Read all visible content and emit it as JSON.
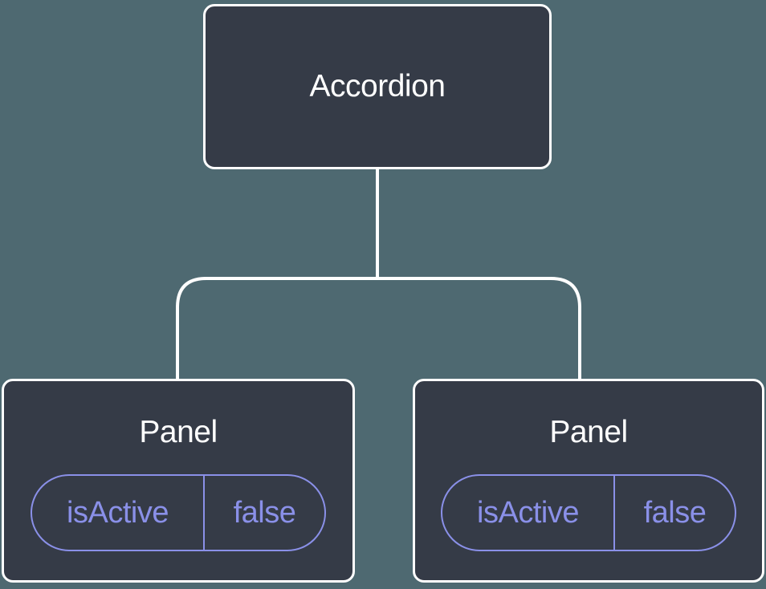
{
  "diagram": {
    "title": "component-tree-with-state",
    "root": {
      "label": "Accordion"
    },
    "children": [
      {
        "label": "Panel",
        "state": {
          "key": "isActive",
          "value": "false"
        }
      },
      {
        "label": "Panel",
        "state": {
          "key": "isActive",
          "value": "false"
        }
      }
    ],
    "colors": {
      "background": "#4e6971",
      "node_fill": "#353b47",
      "node_border": "#ffffff",
      "text_primary": "#ffffff",
      "state_accent": "#8a90e8"
    }
  }
}
